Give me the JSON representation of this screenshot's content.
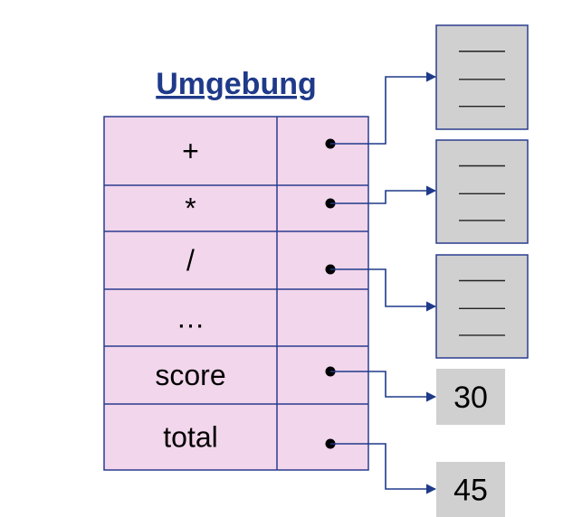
{
  "title": "Umgebung",
  "colors": {
    "title": "#1f3a8a",
    "table_fill": "#f2d6ec",
    "table_border": "#2a3d8f",
    "arrow": "#1f3a8a",
    "dot": "#000000",
    "box_fill": "#d0d0d0",
    "box_border": "#2a3d8f",
    "text": "#000000"
  },
  "rows": [
    {
      "name": "+",
      "has_pointer": true,
      "target": 0
    },
    {
      "name": "*",
      "has_pointer": true,
      "target": 1
    },
    {
      "name": "/",
      "has_pointer": true,
      "target": 2
    },
    {
      "name": "…",
      "has_pointer": false
    },
    {
      "name": "score",
      "has_pointer": true,
      "target": 3
    },
    {
      "name": "total",
      "has_pointer": true,
      "target": 4
    }
  ],
  "targets": [
    {
      "kind": "procedure",
      "icon": "code-lines-icon"
    },
    {
      "kind": "procedure",
      "icon": "code-lines-icon"
    },
    {
      "kind": "procedure",
      "icon": "code-lines-icon"
    },
    {
      "kind": "value",
      "value": "30"
    },
    {
      "kind": "value",
      "value": "45"
    }
  ]
}
